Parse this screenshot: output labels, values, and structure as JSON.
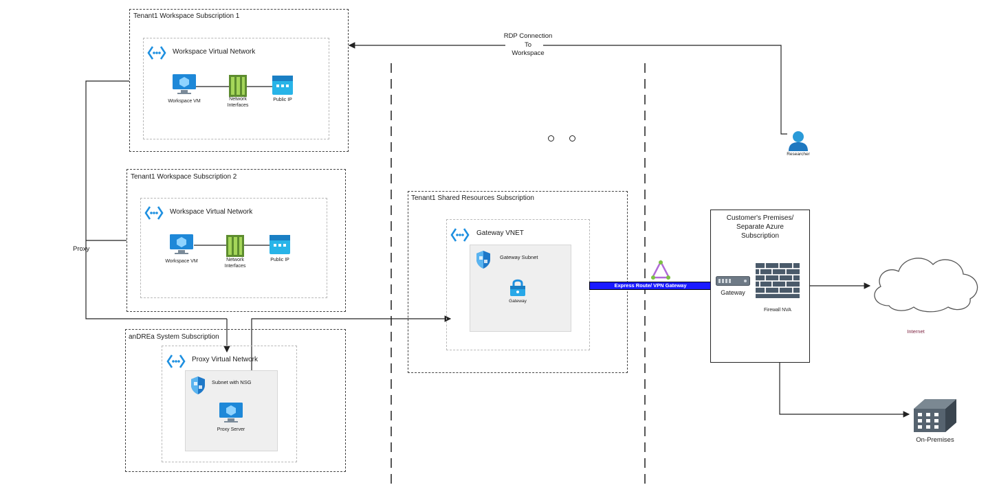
{
  "subscriptions": {
    "ws1_title": "Tenant1 Workspace Subscription 1",
    "ws2_title": "Tenant1 Workspace Subscription 2",
    "system_title": "anDREa System Subscription",
    "shared_title": "Tenant1 Shared Resources Subscription"
  },
  "ws1": {
    "vnet": "Workspace Virtual Network",
    "vm": "Workspace VM",
    "nic_line1": "Network",
    "nic_line2": "Interfaces",
    "pip": "Public IP"
  },
  "ws2": {
    "vnet": "Workspace Virtual Network",
    "vm": "Workspace VM",
    "nic_line1": "Network",
    "nic_line2": "Interfaces",
    "pip": "Public IP"
  },
  "proxy": {
    "label": "Proxy",
    "vnet": "Proxy Virtual Network",
    "subnet": "Subnet with NSG",
    "server": "Proxy Server"
  },
  "shared": {
    "vnet": "Gateway VNET",
    "subnet": "Gateway Subnet",
    "gateway": "Gateway"
  },
  "connection": {
    "rdp_line1": "RDP Connection",
    "rdp_line2": "To",
    "rdp_line3": "Workspace",
    "express": "Express Route/ VPN Gateway"
  },
  "researcher": "Researcher",
  "premises": {
    "title_line1": "Customer's Premises/",
    "title_line2": "Separate Azure",
    "title_line3": "Subscription",
    "gateway": "Gateway",
    "firewall": "Firewall NVA"
  },
  "internet": "Internet",
  "onprem": "On-Premises",
  "colors": {
    "azure_blue": "#1e90e0",
    "nic_green": "#7cb342",
    "express_bar": "#1a1aff",
    "internet_text": "#7a1f3d",
    "firewall": "#4a5a6a"
  }
}
